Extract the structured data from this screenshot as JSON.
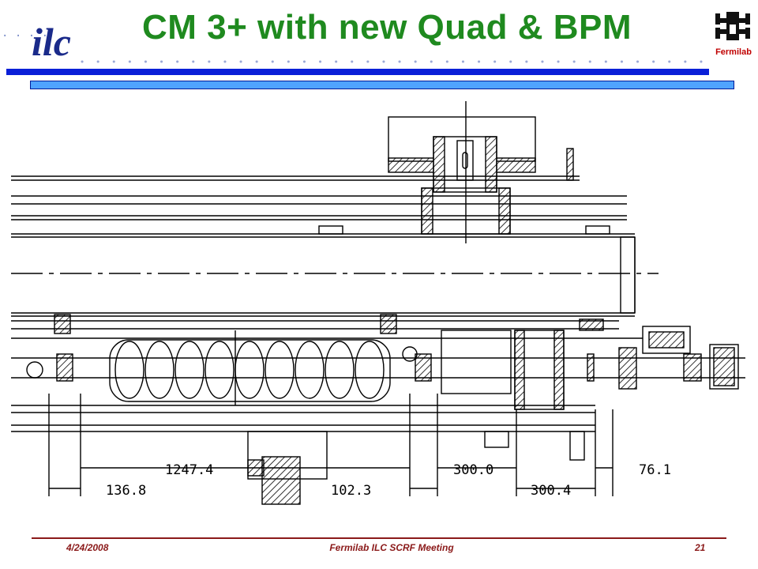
{
  "header": {
    "title": "CM 3+ with new Quad & BPM",
    "left_logo": "ilc",
    "right_logo": "Fermilab"
  },
  "drawing": {
    "dimensions": [
      "1247.4",
      "136.8",
      "102.3",
      "300.0",
      "300.4",
      "76.1"
    ]
  },
  "footer": {
    "date": "4/24/2008",
    "meeting": "Fermilab ILC SCRF Meeting",
    "page": "21"
  },
  "colors": {
    "title": "#1f8a1f",
    "top_bar": "#0a1fd8",
    "sub_bar": "#4fa3ff",
    "footer": "#8b1a1a"
  }
}
